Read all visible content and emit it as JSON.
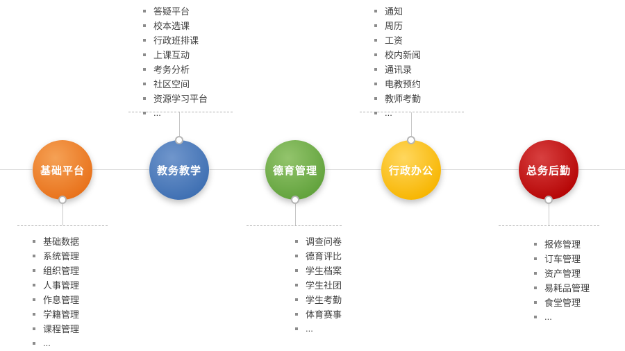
{
  "diagram": {
    "groups": [
      {
        "label": "基础平台",
        "color": "#E8711A",
        "color_light": "#F5A155",
        "list_position": "bottom",
        "items": [
          "基础数据",
          "系统管理",
          "组织管理",
          "人事管理",
          "作息管理",
          "学籍管理",
          "课程管理",
          "..."
        ]
      },
      {
        "label": "教务教学",
        "color": "#3E6FB2",
        "color_light": "#7096CC",
        "list_position": "top",
        "items": [
          "答疑平台",
          "校本选课",
          "行政班排课",
          "上课互动",
          "考务分析",
          "社区空间",
          "资源学习平台",
          "..."
        ]
      },
      {
        "label": "德育管理",
        "color": "#61A23C",
        "color_light": "#93C46C",
        "list_position": "bottom",
        "items": [
          "调查问卷",
          "德育评比",
          "学生档案",
          "学生社团",
          "学生考勤",
          "体育赛事",
          "..."
        ]
      },
      {
        "label": "行政办公",
        "color": "#F7B500",
        "color_light": "#FFD75E",
        "list_position": "top",
        "items": [
          "通知",
          "周历",
          "工资",
          "校内新闻",
          "通讯录",
          "电教预约",
          "教师考勤",
          "..."
        ]
      },
      {
        "label": "总务后勤",
        "color": "#B50505",
        "color_light": "#D84040",
        "list_position": "bottom",
        "items": [
          "报修管理",
          "订车管理",
          "资产管理",
          "易耗品管理",
          "食堂管理",
          "..."
        ]
      }
    ]
  }
}
